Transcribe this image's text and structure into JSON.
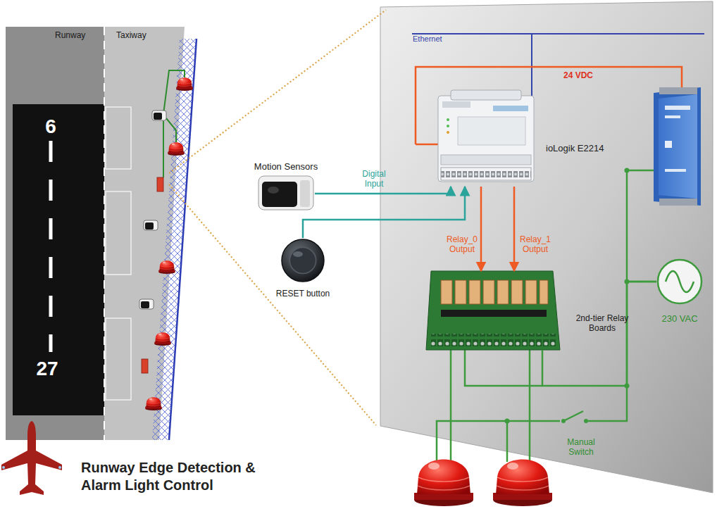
{
  "diagram": {
    "caption": "Runway Edge Detection & Alarm Light Control",
    "nodes": [
      {
        "text": [
          "ioLogik E2214"
        ]
      },
      {
        "text": [
          "Motion Sensors"
        ]
      },
      {
        "text": [
          "RESET button"
        ]
      },
      {
        "text": [
          "2nd-tier Relay Boards"
        ]
      },
      {
        "text": [
          "230 VAC"
        ]
      },
      {
        "text": [
          "Manual Switch"
        ]
      }
    ],
    "edges": [
      {
        "from": 1,
        "to": 0,
        "label": "Digital Input",
        "arrow": "to"
      },
      {
        "from": 2,
        "to": 0,
        "arrow": "to"
      },
      {
        "from": 0,
        "to": 3,
        "label": "Relay_0 Output",
        "arrow": "to"
      },
      {
        "from": 0,
        "to": 3,
        "label": "Relay_1 Output",
        "arrow": "to"
      },
      {
        "from": 4,
        "to": 3,
        "arrow": "none"
      },
      {
        "from": 4,
        "to": 5,
        "arrow": "none"
      }
    ],
    "labels": [
      "Runway",
      "Taxiway",
      "6",
      "27",
      "Ethernet",
      "24 VDC"
    ]
  }
}
